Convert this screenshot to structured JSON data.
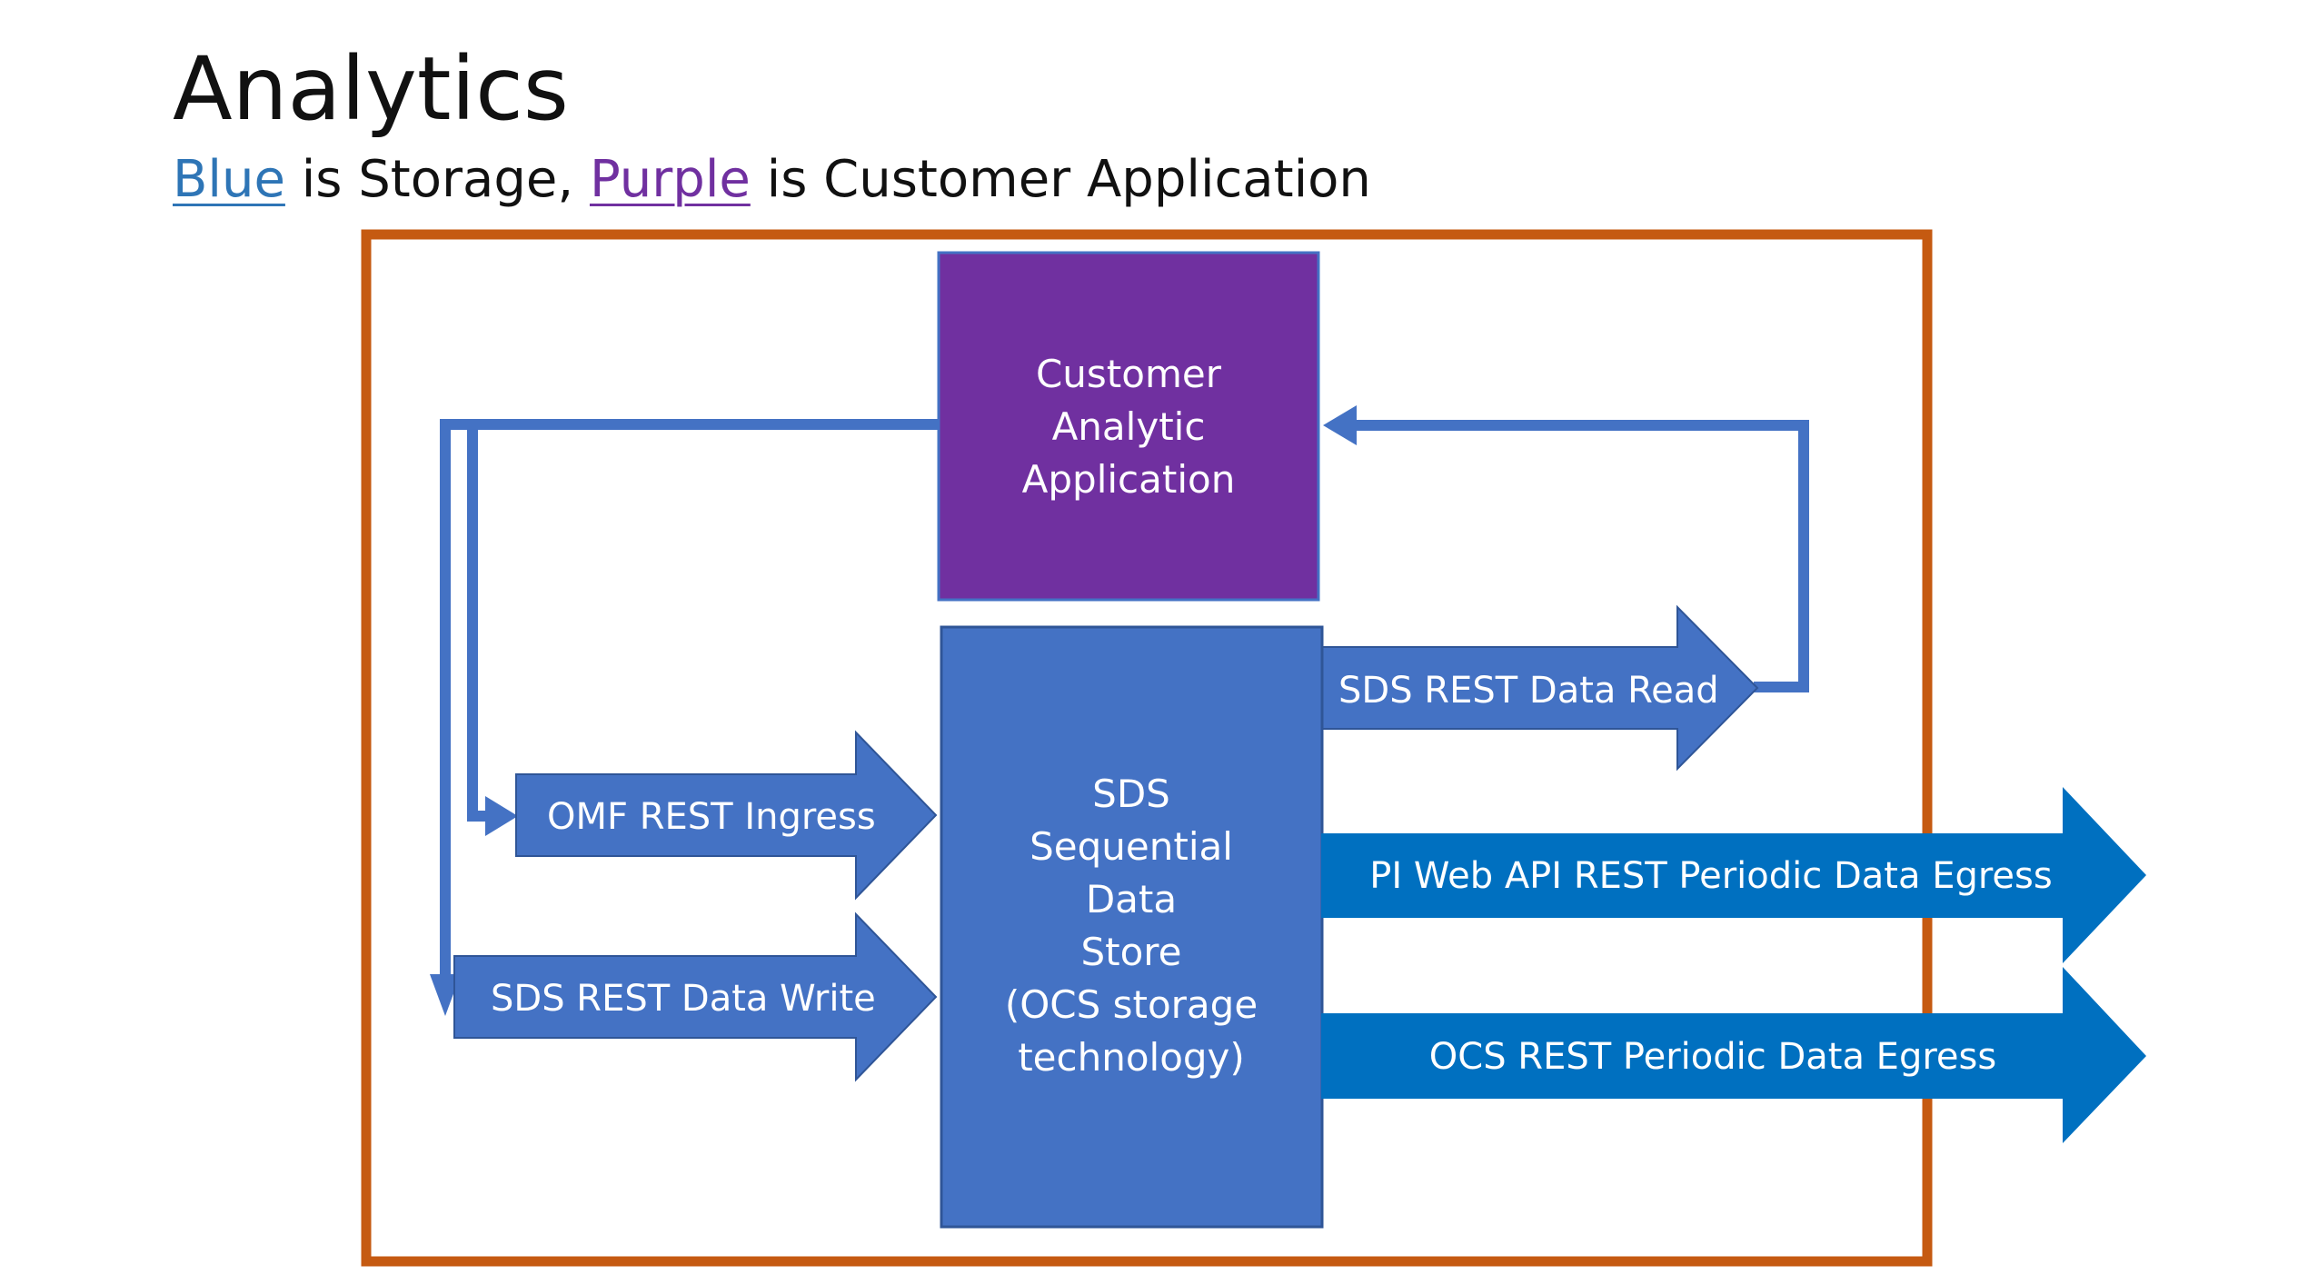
{
  "title": "Analytics",
  "subtitle": {
    "blue_word": "Blue",
    "blue_rest": " is Storage, ",
    "purple_word": "Purple",
    "purple_rest": " is Customer Application"
  },
  "colors": {
    "storage_blue": "#4472c4",
    "egress_blue": "#0070c0",
    "customer_purple": "#7030a0",
    "frame_orange": "#c55a11",
    "legend_blue": "#2e75b6"
  },
  "customer_app": {
    "lines": [
      "Customer",
      "Analytic",
      "Application"
    ]
  },
  "data_store": {
    "lines": [
      "SDS",
      "Sequential",
      "Data",
      "Store",
      "(OCS storage",
      "technology)"
    ]
  },
  "arrows": {
    "read": "SDS REST Data Read",
    "ingress": "OMF REST Ingress",
    "write": "SDS REST Data Write",
    "pi_egress": "PI Web API REST Periodic Data Egress",
    "ocs_egress": "OCS REST Periodic Data Egress"
  }
}
